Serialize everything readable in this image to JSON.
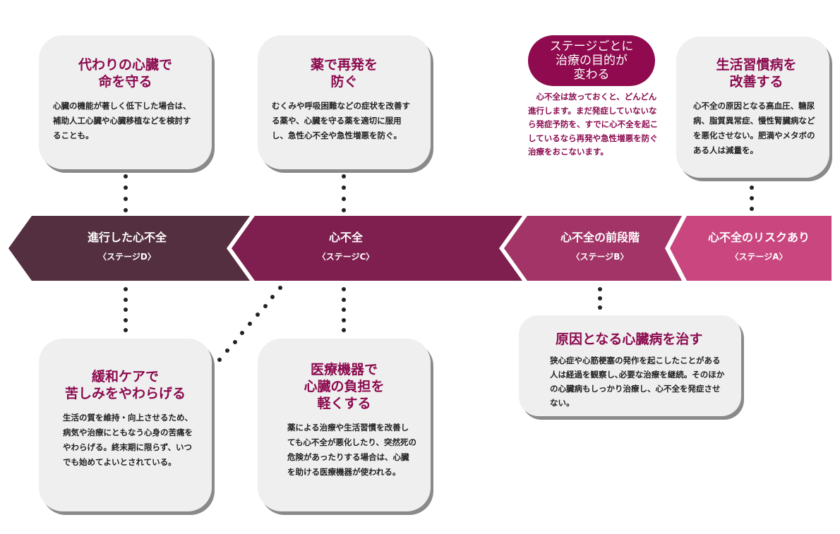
{
  "stages": [
    {
      "title": "進行した心不全",
      "sub": "〈ステージD〉",
      "color": "#542f3f"
    },
    {
      "title": "心不全",
      "sub": "〈ステージC〉",
      "color": "#7e1f4f"
    },
    {
      "title": "心不全の前段階",
      "sub": "〈ステージB〉",
      "color": "#a23468"
    },
    {
      "title": "心不全のリスクあり",
      "sub": "〈ステージA〉",
      "color": "#c9467f"
    }
  ],
  "boxes": {
    "d_top": {
      "title": "代わりの心臓で\n命を守る",
      "body": "心臓の機能が著しく低下した場合は、補助人工心臓や心臓移植などを検討することも。"
    },
    "c_top": {
      "title": "薬で再発を\n防ぐ",
      "body": "むくみや呼吸困難などの症状を改善する薬や、心臓を守る薬を適切に服用し、急性心不全や急性増悪を防ぐ。"
    },
    "a_top": {
      "title": "生活習慣病を\n改善する",
      "body": "心不全の原因となる高血圧、糖尿病、脂質異常症、慢性腎臓病などを悪化させない。肥満やメタボのある人は減量を。"
    },
    "d_bottom": {
      "title": "緩和ケアで\n苦しみをやわらげる",
      "body": "生活の質を維持・向上させるため、病気や治療にともなう心身の苦痛をやわらげる。終末期に限らず、いつでも始めてよいとされている。"
    },
    "c_bottom": {
      "title": "医療機器で\n心臓の負担を\n軽くする",
      "body": "薬による治療や生活習慣を改善しても心不全が悪化したり、突然死の危険があったりする場合は、心臓を助ける医療機器が使われる。"
    },
    "b_bottom": {
      "title": "原因となる心臓病を治す",
      "body": "狭心症や心筋梗塞の発作を起こしたことがある人は経過を観察し､必要な治療を継続。そのほかの心臓病もしっかり治療し、心不全を発症させない。"
    }
  },
  "callout": {
    "title": "ステージごとに\n治療の目的が\n変わる",
    "body": "心不全は放っておくと、どんどん進行します。まだ発症していないなら発症予防を、すでに心不全を起こしているなら再発や急性増悪を防ぐ治療をおこないます。",
    "color": "#8f0a4e"
  }
}
